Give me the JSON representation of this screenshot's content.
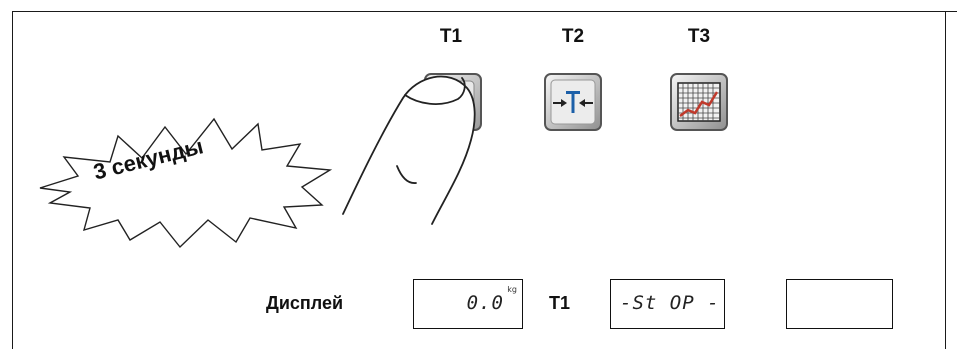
{
  "keys": [
    {
      "label": "T1",
      "icon": "blank-key-icon"
    },
    {
      "label": "T2",
      "icon": "tare-icon"
    },
    {
      "label": "T3",
      "icon": "chart-grid-icon"
    }
  ],
  "badge": {
    "text": "3 секунды"
  },
  "row": {
    "display_label": "Дисплей",
    "display_value": "0.0",
    "display_unit": "kg",
    "key_label": "T1",
    "result_value": "-St OP -",
    "empty_value": ""
  }
}
